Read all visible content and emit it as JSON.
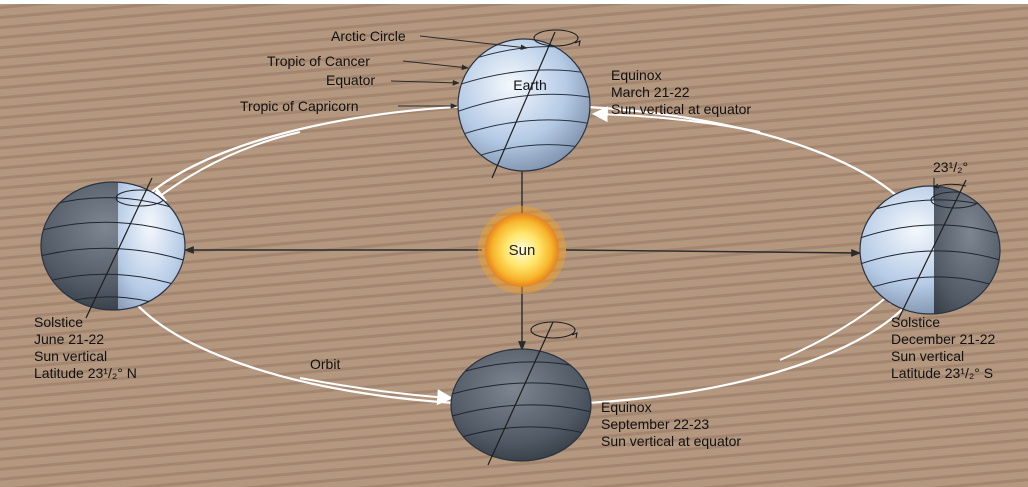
{
  "colors": {
    "background": "#b3977f",
    "stripe": "#a48670",
    "orbit": "#ffffff",
    "sun_core": "#ffe66a",
    "sun_glow": "#f29a1c",
    "earth_lit": "#dbe8f7",
    "earth_dark": "#4d5560",
    "ray": "#2b2b2b"
  },
  "sun": {
    "label": "Sun"
  },
  "orbit_label": "Orbit",
  "earth_top": {
    "name": "Earth",
    "parallels": {
      "arctic_circle": "Arctic Circle",
      "tropic_cancer": "Tropic of Cancer",
      "equator": "Equator",
      "tropic_capricorn": "Tropic of Capricorn"
    },
    "caption": [
      "Equinox",
      "March 21-22",
      "Sun vertical at equator"
    ]
  },
  "earth_left": {
    "caption": [
      "Solstice",
      "June 21-22",
      "Sun vertical",
      "Latitude 23¹/₂° N"
    ]
  },
  "earth_right": {
    "tilt_label": "23¹/₂°",
    "caption": [
      "Solstice",
      "December 21-22",
      "Sun vertical",
      "Latitude 23¹/₂° S"
    ]
  },
  "earth_bottom": {
    "caption": [
      "Equinox",
      "September 22-23",
      "Sun vertical at equator"
    ]
  }
}
